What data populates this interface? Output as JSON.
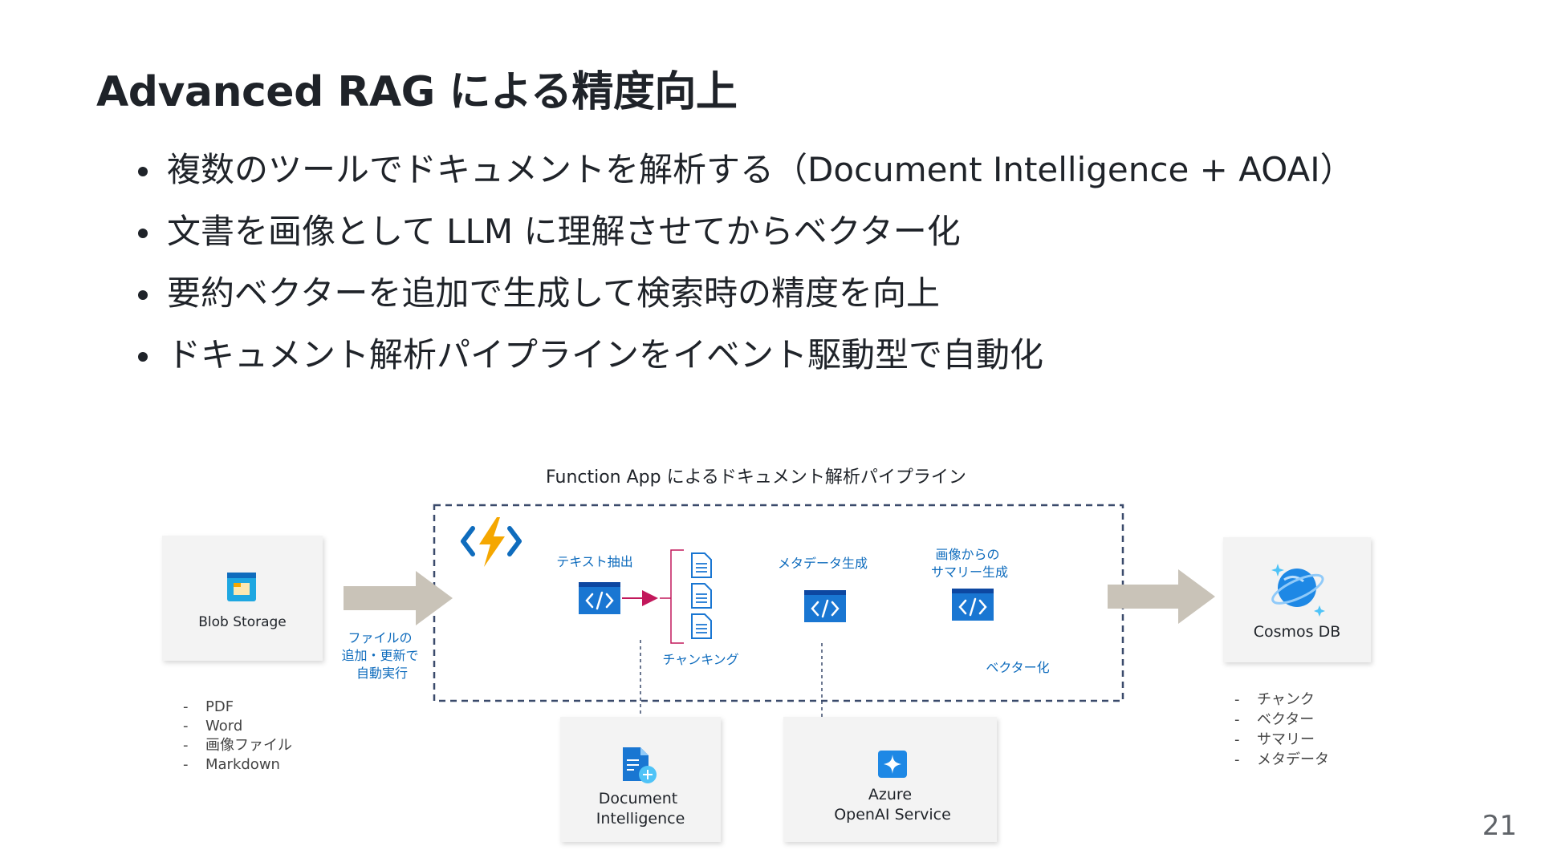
{
  "slide": {
    "title": "Advanced RAG による精度向上",
    "bullets": [
      "複数のツールでドキュメントを解析する（Document Intelligence + AOAI）",
      "文書を画像として LLM に理解させてからベクター化",
      "要約ベクターを追加で生成して検索時の精度を向上",
      "ドキュメント解析パイプラインをイベント駆動型で自動化"
    ],
    "page_number": "21"
  },
  "diagram": {
    "pipeline_title": "Function App によるドキュメント解析パイプライン",
    "blob_storage": {
      "label": "Blob Storage",
      "icon": "blob-storage-icon"
    },
    "source_formats": [
      "PDF",
      "Word",
      "画像ファイル",
      "Markdown"
    ],
    "trigger_label": [
      "ファイルの",
      "追加・更新で",
      "自動実行"
    ],
    "steps": {
      "text_extraction": "テキスト抽出",
      "chunking": "チャンキング",
      "metadata": "メタデータ生成",
      "image_summary": [
        "画像からの",
        "サマリー生成"
      ],
      "vectorize": "ベクター化"
    },
    "document_intelligence": [
      "Document",
      "Intelligence"
    ],
    "azure_openai": [
      "Azure",
      "OpenAI Service"
    ],
    "cosmos_db": {
      "label": "Cosmos DB",
      "icon": "cosmos-db-icon"
    },
    "stored_items": [
      "チャンク",
      "ベクター",
      "サマリー",
      "メタデータ"
    ],
    "colors": {
      "arrow": "#c9c3b8",
      "dashed_border": "#3a4a6b",
      "accent_blue": "#0f6cbd",
      "code_icon": "#1976d2",
      "chunk_arrow": "#c2185b",
      "card_bg": "#f3f3f3"
    }
  }
}
